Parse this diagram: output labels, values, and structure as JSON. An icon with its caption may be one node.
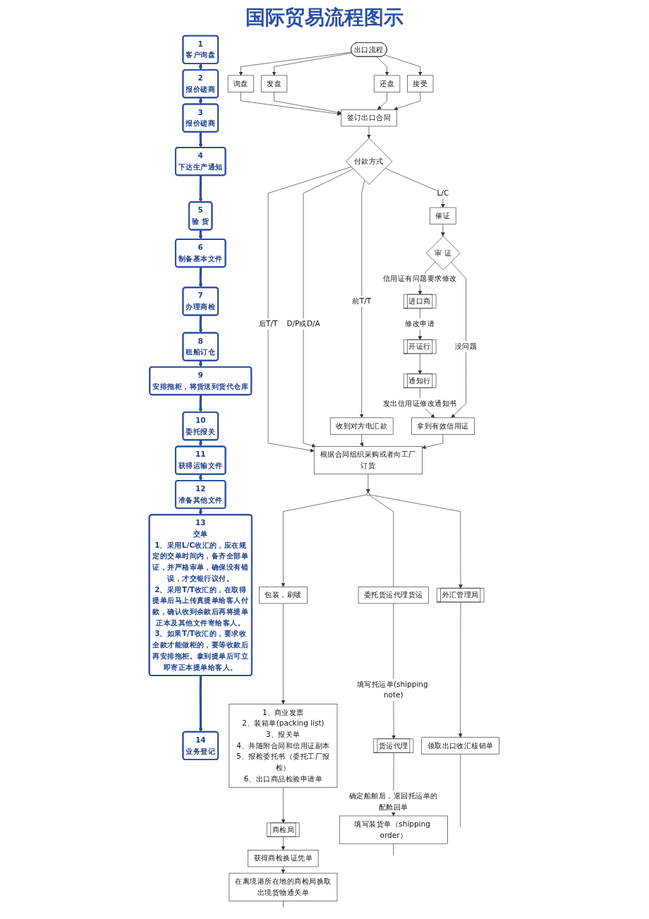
{
  "diagram": {
    "title": "国际贸易流程图示",
    "nodes": [
      {
        "text": [
          "1",
          "客户询盘"
        ]
      },
      {
        "text": [
          "2",
          "报价磋商"
        ]
      },
      {
        "text": [
          "3",
          "报价磋商"
        ]
      },
      {
        "text": [
          "4",
          "下达生产通知"
        ]
      },
      {
        "text": [
          "5",
          "验 货"
        ]
      },
      {
        "text": [
          "6",
          "制备基本文件"
        ]
      },
      {
        "text": [
          "7",
          "办理商检"
        ]
      },
      {
        "text": [
          "8",
          "租船订仓"
        ]
      },
      {
        "text": [
          "9",
          "安排拖柜，将货送到货代仓库"
        ]
      },
      {
        "text": [
          "10",
          "委托报关"
        ]
      },
      {
        "text": [
          "11",
          "获得运输文件"
        ]
      },
      {
        "text": [
          "12",
          "准备其他文件"
        ]
      },
      {
        "text": [
          "13",
          "交单",
          "1、采用L/C收汇的，应在规定的交单时间内，备齐全部单证，并严格审单，确保没有错误，才交银行议付。",
          "2、采用T/T收汇的，在取得提单后马上传真提单给客人付款，确认收到余款后再将提单正本及其他文件寄给客人。",
          "3、如果T/T收汇的，要求收全款才能做柜的，要等收款后再安排拖柜。拿到提单后可立即寄正本提单给客人。"
        ]
      },
      {
        "text": [
          "14",
          "业务登记"
        ]
      },
      {
        "text": [
          "出口流程"
        ]
      },
      {
        "text": [
          "询盘"
        ]
      },
      {
        "text": [
          "发盘"
        ]
      },
      {
        "text": [
          "还盘"
        ]
      },
      {
        "text": [
          "接受"
        ]
      },
      {
        "text": [
          "签订出口合同"
        ]
      },
      {
        "text": [
          "付款方式"
        ]
      },
      {
        "text": [
          "催证"
        ]
      },
      {
        "text": [
          "审 证"
        ]
      },
      {
        "text": [
          "收到对方电汇款"
        ]
      },
      {
        "text": [
          "进口商"
        ]
      },
      {
        "text": [
          "开证行"
        ]
      },
      {
        "text": [
          "通知行"
        ]
      },
      {
        "text": [
          "拿到有效信用证"
        ]
      },
      {
        "text": [
          "根据合同组织采购或者向工厂订货"
        ]
      },
      {
        "text": [],
        "shape": "circle"
      },
      {
        "text": [
          "包装，刷唛"
        ]
      },
      {
        "text": [
          "委托货运代理货运"
        ]
      },
      {
        "text": [
          "外汇管理局"
        ]
      },
      {
        "text": [
          "1、商业发票",
          "2、装箱单(packing list)",
          "3、报关单",
          "4、并随附合同和信用证副本",
          "5、报检委托书（委托工厂报检）",
          "6、出口商品检验申请单"
        ]
      },
      {
        "text": [
          "货运代理"
        ]
      },
      {
        "text": [
          "领取出口收汇核销单"
        ]
      },
      {
        "text": [
          "商检局"
        ]
      },
      {
        "text": [
          "填写装货单（shipping order）"
        ]
      },
      {
        "text": [
          "获得商检换证凭单"
        ]
      },
      {
        "text": [
          "在离境港所在地的商检局换取出境货物通关单"
        ]
      }
    ],
    "edges": [
      {
        "from": 0,
        "to": 1,
        "arrow": "to",
        "style": "thick",
        "color": "#2b4fa3"
      },
      {
        "from": 1,
        "to": 2,
        "arrow": "to",
        "style": "thick",
        "color": "#2b4fa3"
      },
      {
        "from": 2,
        "to": 3,
        "arrow": "to",
        "style": "thick",
        "color": "#2b4fa3"
      },
      {
        "from": 3,
        "to": 4,
        "arrow": "to",
        "style": "thick",
        "color": "#2b4fa3"
      },
      {
        "from": 4,
        "to": 5,
        "arrow": "to",
        "style": "thick",
        "color": "#2b4fa3"
      },
      {
        "from": 5,
        "to": 6,
        "arrow": "to",
        "style": "thick",
        "color": "#2b4fa3"
      },
      {
        "from": 6,
        "to": 7,
        "arrow": "to",
        "style": "thick",
        "color": "#2b4fa3"
      },
      {
        "from": 7,
        "to": 8,
        "arrow": "to",
        "style": "thick",
        "color": "#2b4fa3"
      },
      {
        "from": 8,
        "to": 9,
        "arrow": "to",
        "style": "thick",
        "color": "#2b4fa3"
      },
      {
        "from": 9,
        "to": 10,
        "arrow": "to",
        "style": "thick",
        "color": "#2b4fa3"
      },
      {
        "from": 10,
        "to": 11,
        "arrow": "to",
        "style": "thick",
        "color": "#2b4fa3"
      },
      {
        "from": 11,
        "to": 12,
        "arrow": "to",
        "style": "thick",
        "color": "#2b4fa3"
      },
      {
        "from": 12,
        "to": 13,
        "arrow": "to",
        "style": "thick",
        "color": "#2b4fa3"
      },
      {
        "from": 14,
        "to": 15,
        "arrow": "to"
      },
      {
        "from": 14,
        "to": 16,
        "arrow": "to"
      },
      {
        "from": 14,
        "to": 17,
        "arrow": "to"
      },
      {
        "from": 14,
        "to": 18,
        "arrow": "to"
      },
      {
        "from": 15,
        "to": 19,
        "arrow": "to"
      },
      {
        "from": 16,
        "to": 19,
        "arrow": "to"
      },
      {
        "from": 17,
        "to": 19,
        "arrow": "to"
      },
      {
        "from": 18,
        "to": 19,
        "arrow": "to"
      },
      {
        "from": 19,
        "to": 20,
        "arrow": "to"
      },
      {
        "from": 20,
        "to": 21,
        "arrow": "to",
        "label": "L/C"
      },
      {
        "from": 20,
        "to": 23,
        "arrow": "to",
        "label": "前T/T"
      },
      {
        "from": 20,
        "to": 28,
        "arrow": "to",
        "label": "后T/T"
      },
      {
        "from": 20,
        "to": 28,
        "arrow": "to",
        "label": "D/P或D/A"
      },
      {
        "from": 21,
        "to": 22,
        "arrow": "to"
      },
      {
        "from": 22,
        "to": 24,
        "arrow": "to",
        "label": "信用证有问题要求修改"
      },
      {
        "from": 24,
        "to": 25,
        "arrow": "to",
        "label": "修改申请"
      },
      {
        "from": 25,
        "to": 26,
        "arrow": "to"
      },
      {
        "from": 26,
        "to": 27,
        "arrow": "to",
        "label": "发出信用证修改通知书"
      },
      {
        "from": 22,
        "to": 27,
        "arrow": "to",
        "label": "没问题"
      },
      {
        "from": 23,
        "to": 28,
        "arrow": "to"
      },
      {
        "from": 27,
        "to": 28,
        "arrow": "to"
      },
      {
        "from": 28,
        "to": 29,
        "arrow": "to"
      },
      {
        "from": 29,
        "to": 32,
        "arrow": "to"
      },
      {
        "from": 29,
        "to": 30,
        "arrow": "to"
      },
      {
        "from": 29,
        "to": 31,
        "arrow": "none"
      },
      {
        "from": 32,
        "to": 35,
        "arrow": "to"
      },
      {
        "from": 30,
        "to": 33,
        "arrow": "to"
      },
      {
        "from": 33,
        "to": 36,
        "arrow": "to"
      },
      {
        "from": 36,
        "to": 38,
        "arrow": "to"
      },
      {
        "from": 38,
        "to": 39,
        "arrow": "to"
      },
      {
        "from": 31,
        "to": 34,
        "arrow": "to",
        "label": "填写托运单(shipping note)"
      },
      {
        "from": 34,
        "to": 37,
        "arrow": "to",
        "label": "确定船舶后，退回托运单的配舱回单"
      },
      {
        "from": 35,
        "to": null,
        "arrow": "none"
      },
      {
        "from": 39,
        "to": null,
        "arrow": "none"
      },
      {
        "from": 37,
        "to": null,
        "arrow": "none"
      }
    ]
  }
}
